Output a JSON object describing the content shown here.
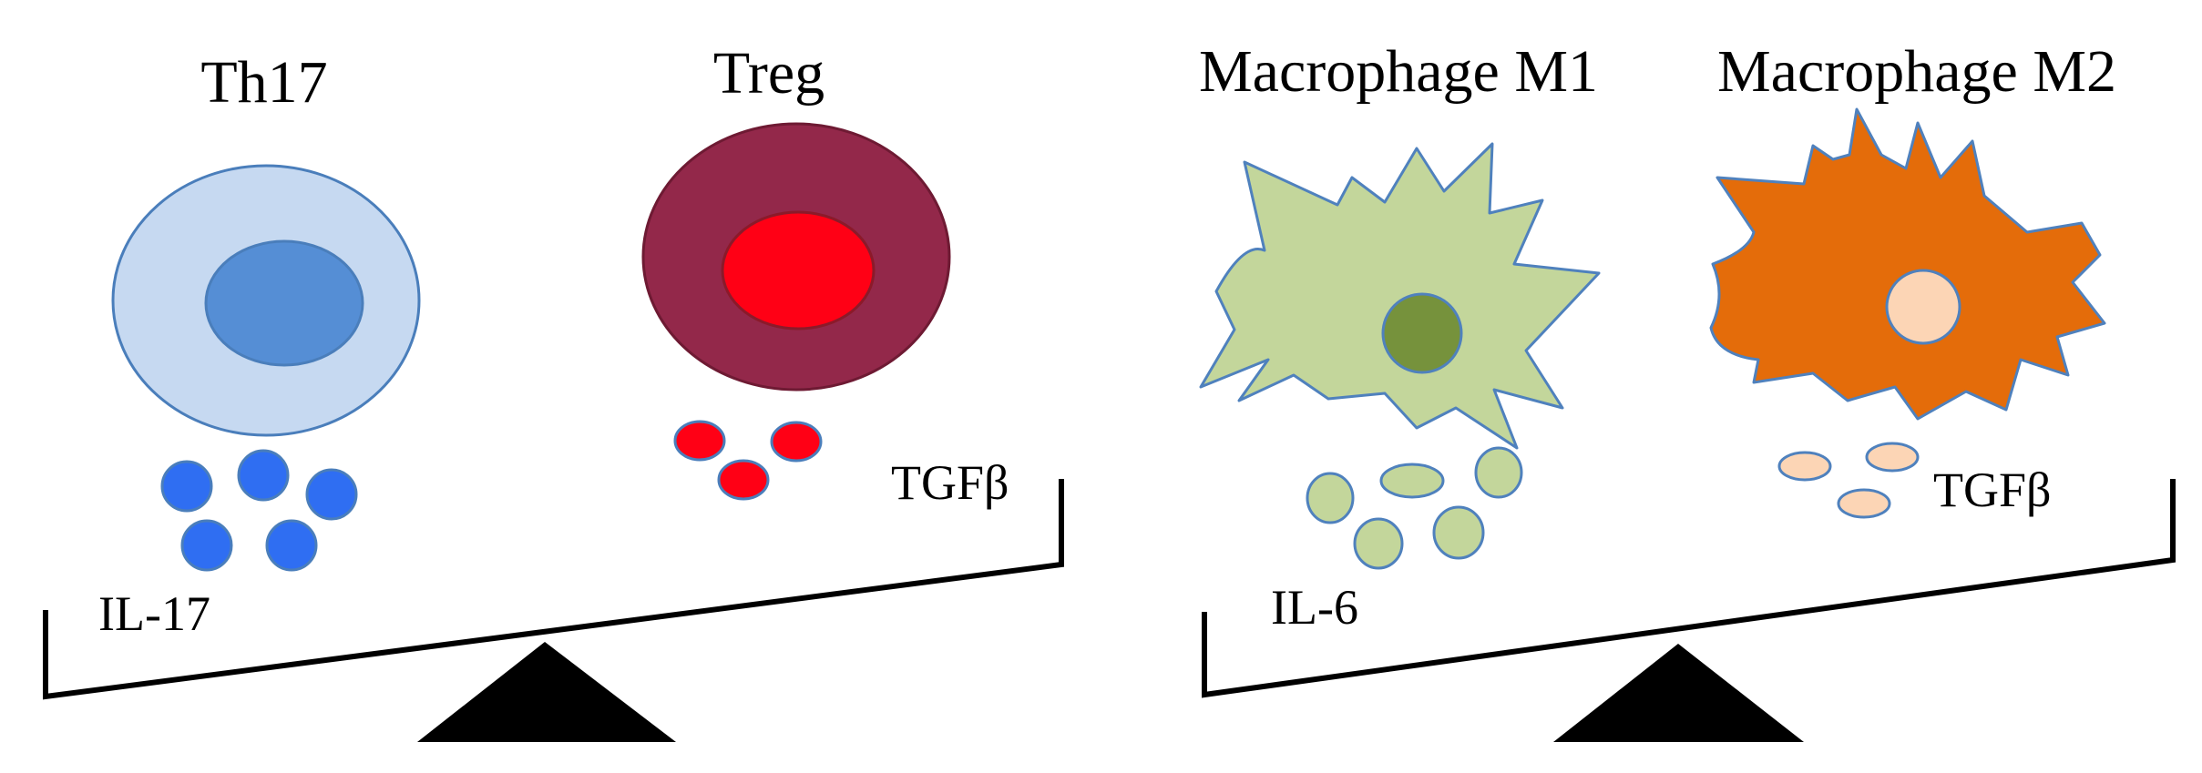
{
  "left_panel": {
    "cell_left": {
      "label": "Th17",
      "secretion": "IL-17"
    },
    "cell_right": {
      "label": "Treg",
      "secretion": "TGFβ"
    }
  },
  "right_panel": {
    "cell_left": {
      "label": "Macrophage M1",
      "secretion": "IL-6"
    },
    "cell_right": {
      "label": "Macrophage M2",
      "secretion": "TGFβ"
    }
  },
  "colors": {
    "th17_outer": "#c6d9f1",
    "th17_outer_stroke": "#4a7ebb",
    "th17_nucleus": "#558ed5",
    "il17_dot": "#2f6ef2",
    "treg_outer": "#93284a",
    "treg_nucleus": "#ff0015",
    "tgfb_red_dot": "#ff0015",
    "m1_body": "#c3d69b",
    "m1_stroke": "#4f81bd",
    "m1_nucleus": "#76923c",
    "m2_body": "#e46c0a",
    "m2_nucleus": "#fcd5b5",
    "scale": "#000000"
  }
}
